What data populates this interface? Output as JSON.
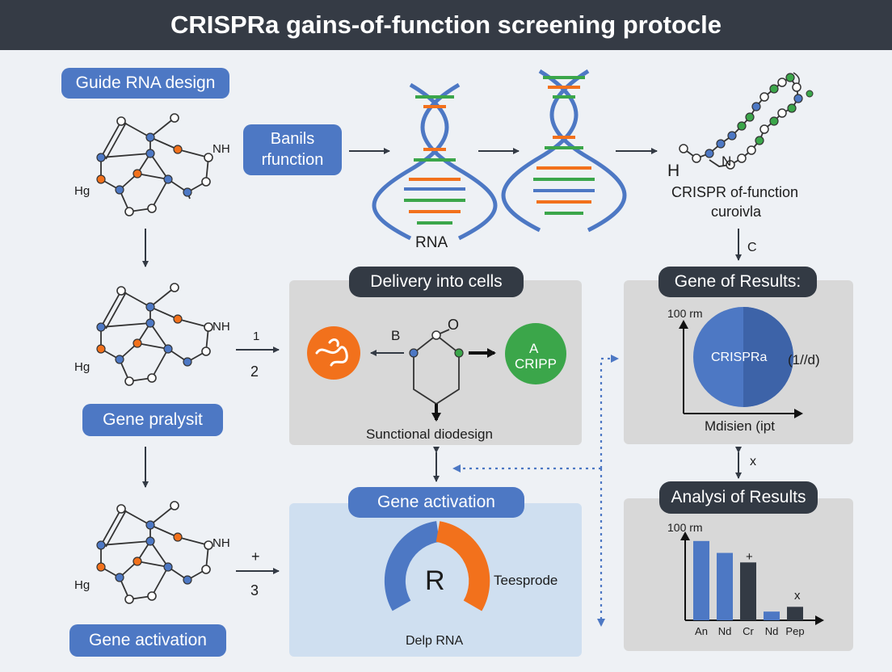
{
  "title": "CRISPRa gains-of-function screening protocle",
  "left": {
    "guide_rna_design": "Guide RNA design",
    "gene_pralysit": "Gene pralysit",
    "gene_activation": "Gene activation",
    "mol_labels": {
      "nh": "NH",
      "hg": "Hg"
    },
    "arrow_label_1": "1",
    "arrow_label_2": "2",
    "arrow_label_plus": "+",
    "arrow_label_3": "3"
  },
  "top": {
    "banils_line1": "Banils",
    "banils_line2": "rfunction",
    "rna_label": "RNA",
    "crispr_line1": "CRISPR of-function",
    "crispr_line2": "curoivla",
    "mol_h": "H",
    "mol_n": "N",
    "arrow_c": "C"
  },
  "delivery": {
    "title": "Delivery into cells",
    "label_b": "B",
    "label_o": "O",
    "green_line1": "A",
    "green_line2": "CRIPP",
    "caption": "Sunctional diodesign"
  },
  "gene_activation_panel": {
    "title": "Gene activation",
    "gauge_letter": "R",
    "side_label": "Teesprode",
    "caption": "Delp RNA"
  },
  "results": {
    "title": "Gene of Results:",
    "axis_top": "100 rm",
    "circle_label": "CRISPRa",
    "side_label": "(1//d)",
    "caption": "Mdisien (ipt",
    "arrow_x": "x"
  },
  "analysis": {
    "title": "Analysi of Results",
    "axis_top": "100 rm",
    "plus_mark": "+",
    "x_mark": "x"
  },
  "chart_data": {
    "type": "bar",
    "title": "Analysi of Results",
    "xlabel": "",
    "ylabel": "100 rm",
    "categories": [
      "An",
      "Nd",
      "Cr",
      "Nd",
      "Pep"
    ],
    "values": [
      100,
      85,
      73,
      11,
      17
    ],
    "colors": [
      "#4d78c4",
      "#4d78c4",
      "#333a44",
      "#4d78c4",
      "#333a44"
    ],
    "ylim": [
      0,
      110
    ],
    "grid": false
  },
  "colors": {
    "blue": "#4d78c4",
    "orange": "#f2711c",
    "green": "#3ba64a",
    "dark": "#333a44",
    "panel_gray": "#d8d8d8",
    "panel_blue": "#cfdff0"
  }
}
